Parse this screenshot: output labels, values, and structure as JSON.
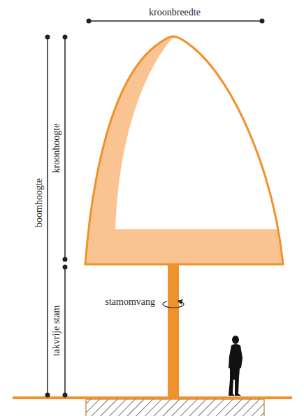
{
  "diagram": {
    "labels": [
      "kroonbreedte",
      "boomhoogte",
      "kroonhoogte",
      "takvrije stam",
      "stamomvang"
    ]
  }
}
